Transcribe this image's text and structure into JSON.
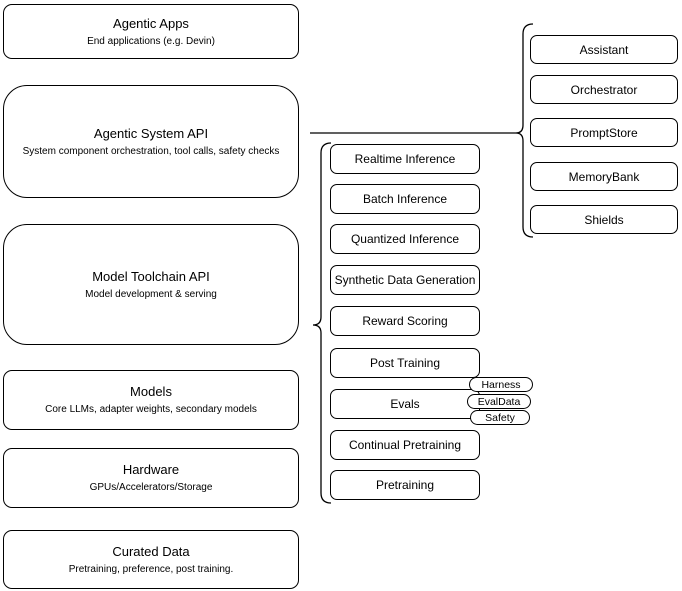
{
  "diagram": {
    "stack": [
      {
        "title": "Agentic Apps",
        "subtitle": "End applications (e.g. Devin)"
      },
      {
        "title": "Agentic System API",
        "subtitle": "System component orchestration, tool calls, safety checks"
      },
      {
        "title": "Model Toolchain API",
        "subtitle": "Model development & serving"
      },
      {
        "title": "Models",
        "subtitle": "Core LLMs, adapter weights, secondary models"
      },
      {
        "title": "Hardware",
        "subtitle": "GPUs/Accelerators/Storage"
      },
      {
        "title": "Curated Data",
        "subtitle": "Pretraining, preference, post training."
      }
    ],
    "system_components": [
      "Assistant",
      "Orchestrator",
      "PromptStore",
      "MemoryBank",
      "Shields"
    ],
    "toolchain_components": [
      "Realtime Inference",
      "Batch Inference",
      "Quantized Inference",
      "Synthetic Data Generation",
      "Reward Scoring",
      "Post Training",
      "Evals",
      "Continual Pretraining",
      "Pretraining"
    ],
    "eval_pills": [
      "Harness",
      "EvalData",
      "Safety"
    ],
    "colors": {
      "stroke": "#000000",
      "fill": "#ffffff",
      "text": "#000000"
    }
  }
}
